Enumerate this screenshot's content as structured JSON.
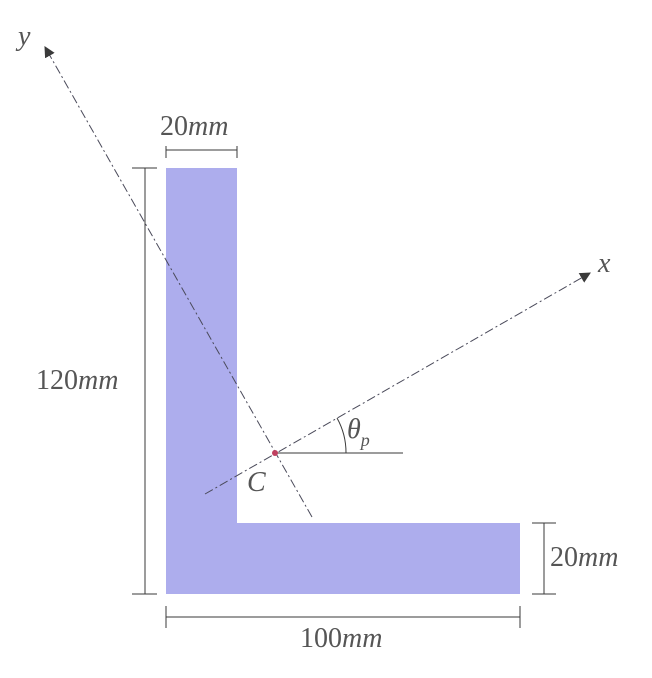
{
  "figure": {
    "shape_color": "#adaded",
    "line_color": "#3a3a3a",
    "centroid_color": "#c04060",
    "dimensions": {
      "top_flange_width": {
        "value": "20",
        "unit": "mm"
      },
      "total_height": {
        "value": "120",
        "unit": "mm"
      },
      "bottom_leg_thickness": {
        "value": "20",
        "unit": "mm"
      },
      "total_width": {
        "value": "100",
        "unit": "mm"
      }
    },
    "axes": {
      "x_label": "x",
      "y_label": "y"
    },
    "angle": {
      "symbol": "θ",
      "subscript": "p"
    },
    "centroid_label": "C"
  }
}
